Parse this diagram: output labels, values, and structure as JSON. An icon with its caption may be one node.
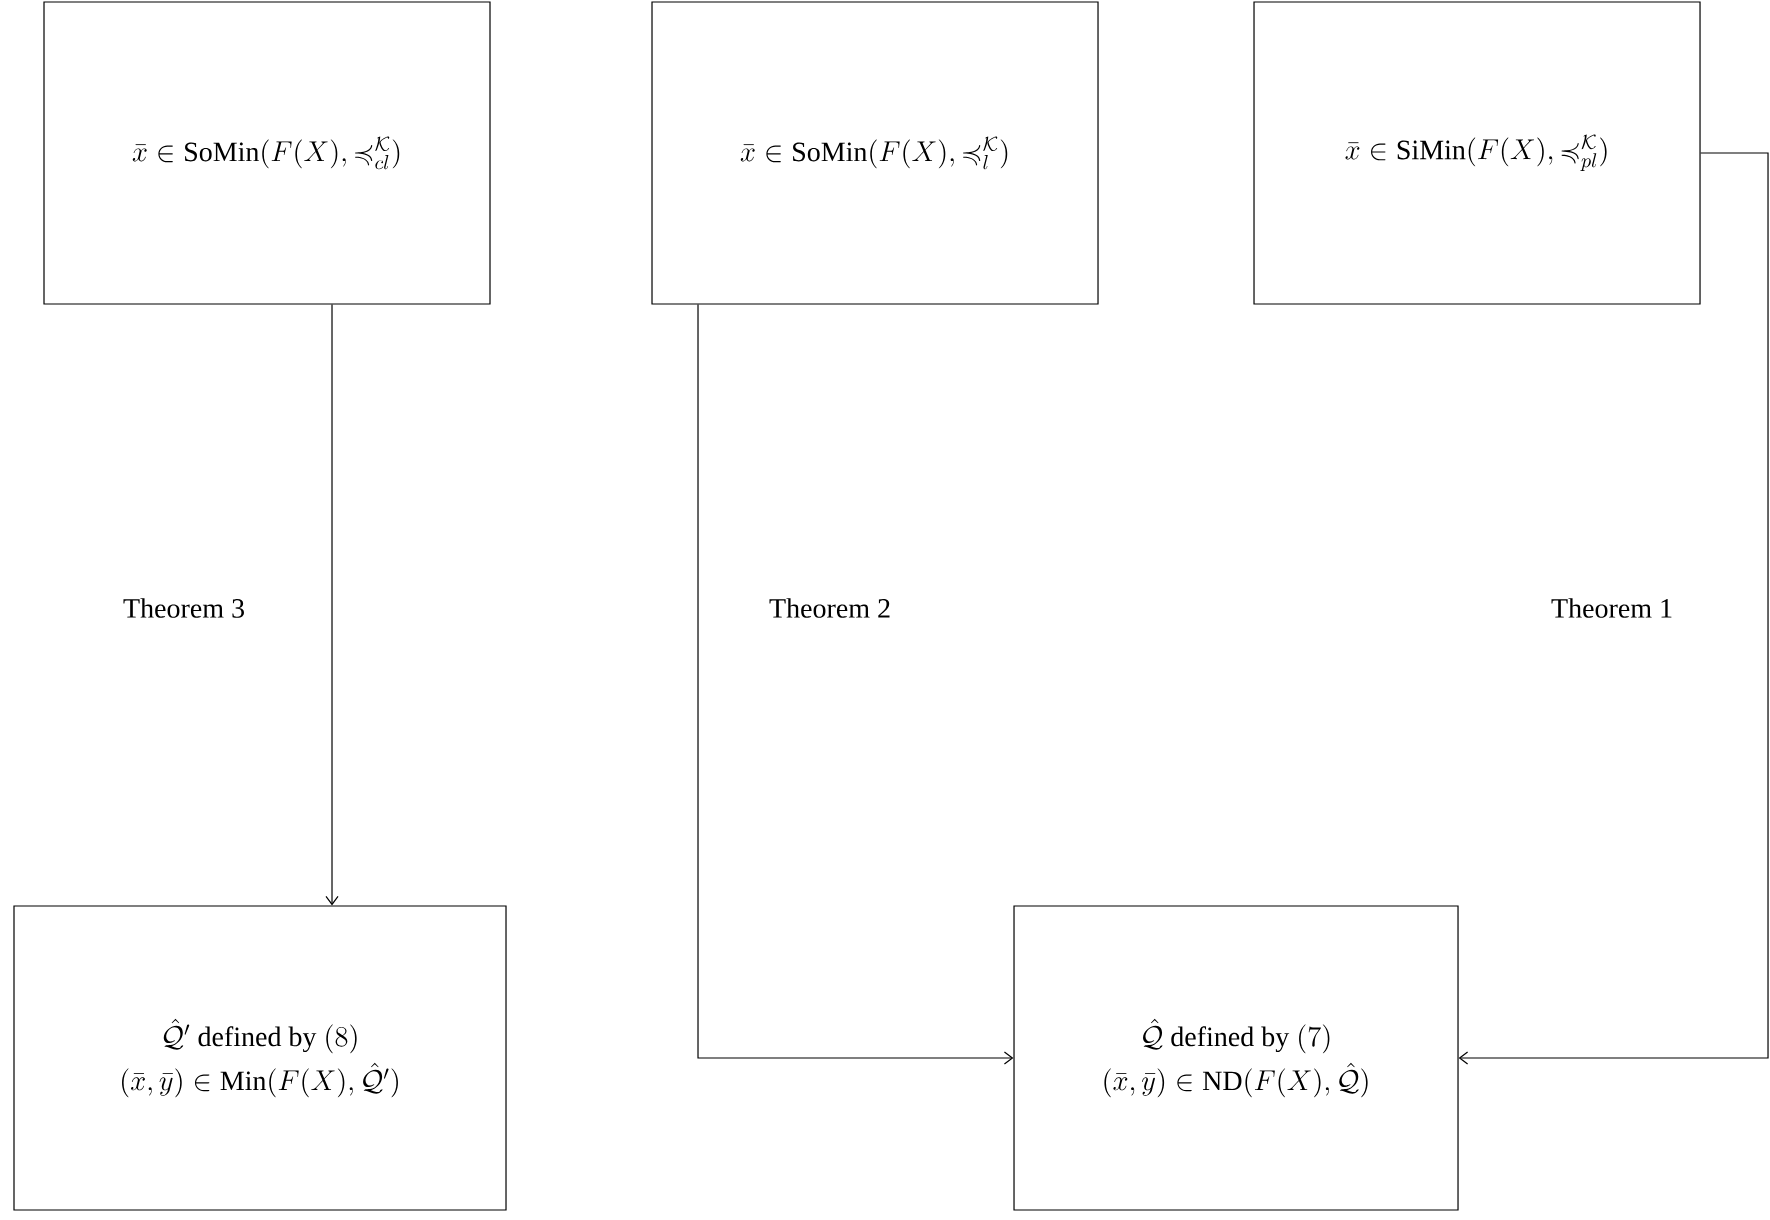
{
  "diagram": {
    "nodes": [
      {
        "text": [
          "\\bar{x} \\in \\mathrm{SoMin}(F(X), \\preccurlyeq^{\\mathcal{K}}_{cl})"
        ]
      },
      {
        "text": [
          "\\bar{x} \\in \\mathrm{SoMin}(F(X), \\preccurlyeq^{\\mathcal{K}}_{l})"
        ]
      },
      {
        "text": [
          "\\bar{x} \\in \\mathrm{SiMin}(F(X), \\preccurlyeq^{\\mathcal{K}}_{pl})"
        ]
      },
      {
        "text": [
          "\\hat{\\mathcal{Q}}' \\text{ defined by } (8)",
          "(\\bar{x}, \\bar{y}) \\in \\mathrm{Min}(F(X), \\hat{\\mathcal{Q}}')"
        ]
      },
      {
        "text": [
          "\\hat{\\mathcal{Q}} \\text{ defined by } (7)",
          "(\\bar{x}, \\bar{y}) \\in \\mathrm{ND}(F(X), \\hat{\\mathcal{Q}})"
        ]
      }
    ],
    "edges": [
      {
        "from": 0,
        "to": 3,
        "arrow": "to",
        "label": "Theorem 3"
      },
      {
        "from": 1,
        "to": 4,
        "arrow": "to",
        "label": "Theorem 2"
      },
      {
        "from": 2,
        "to": 4,
        "arrow": "to",
        "label": "Theorem 1"
      }
    ]
  }
}
